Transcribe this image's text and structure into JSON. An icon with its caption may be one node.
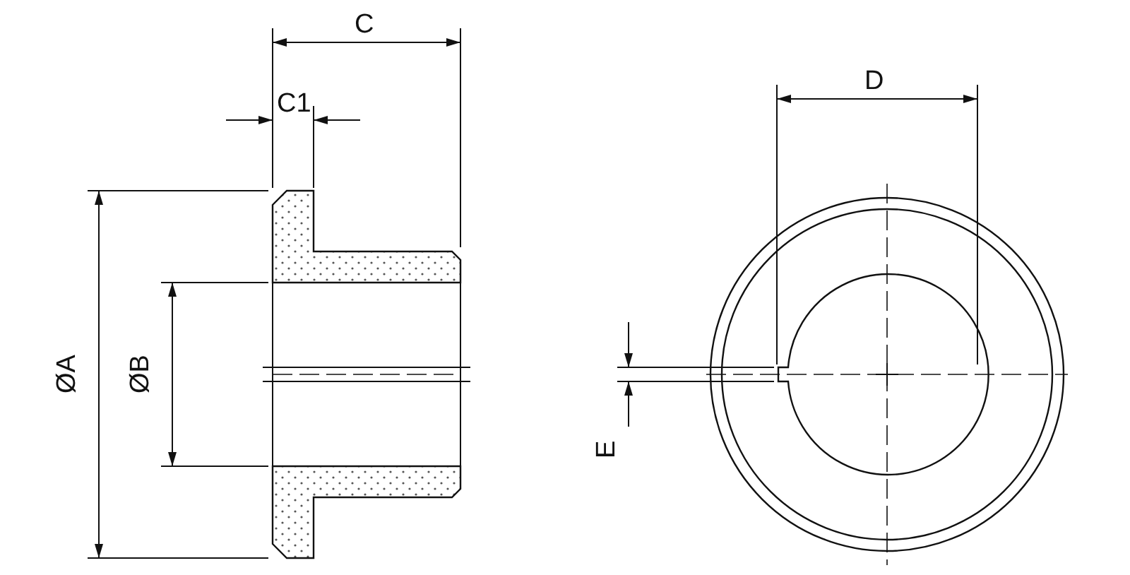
{
  "diagram": {
    "labels": [
      "C",
      "C1",
      "ØA",
      "ØB",
      "D",
      "E"
    ]
  }
}
